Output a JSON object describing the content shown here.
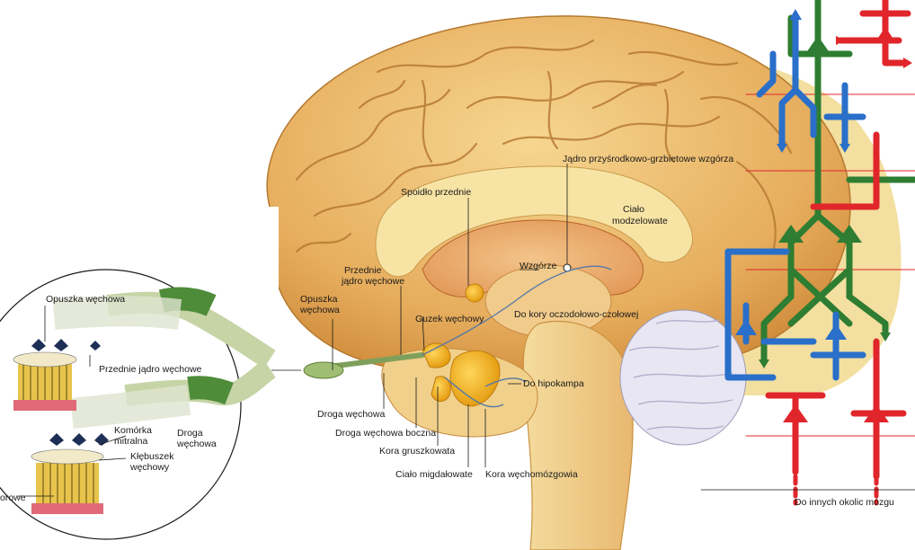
{
  "labels": {
    "opuszka_wechowa_inset": "Opuszka węchowa",
    "przednie_jadro_inset": "Przednie jądro węchowe",
    "komorka_mitralna_1": "Komórka",
    "komorka_mitralna_2": "mitralna",
    "droga_wechowa_inset_1": "Droga",
    "droga_wechowa_inset_2": "węchowa",
    "klebuszek_1": "Kłębuszek",
    "klebuszek_2": "węchowy",
    "partial_left": "orowe",
    "opuszka_wechowa_1": "Opuszka",
    "opuszka_wechowa_2": "węchowa",
    "przednie_jadro_1": "Przednie",
    "przednie_jadro_2": "jądro węchowe",
    "spoidlo": "Spoidło przednie",
    "jadro_wzgorza": "Jądro przyśrodkowo-grzbietowe wzgórza",
    "cialo_modzelowate_1": "Ciało",
    "cialo_modzelowate_2": "modzelowate",
    "wzgorze": "Wzgórze",
    "guzek": "Guzek węchowy",
    "do_kory": "Do kory oczodołowo-czołowej",
    "do_hipokampa": "Do hipokampa",
    "droga_wechowa": "Droga węchowa",
    "droga_boczna": "Droga węchowa boczna",
    "kora_gruszkowata": "Kora gruszkowata",
    "cialo_migdalowate": "Ciało migdałowate",
    "kora_wechomozgowia": "Kora węchomózgowia",
    "do_innych": "Do innych okolic mózgu"
  },
  "colors": {
    "cortex": "#e9b86a",
    "cortex_dark": "#c98a3c",
    "inner": "#f6e3a0",
    "thalamus": "#f0c98a",
    "pathway_green": "#2e7d32",
    "pathway_blue": "#2a6fc9",
    "pathway_red": "#e0262b",
    "nucleus": "#f2b21c"
  }
}
